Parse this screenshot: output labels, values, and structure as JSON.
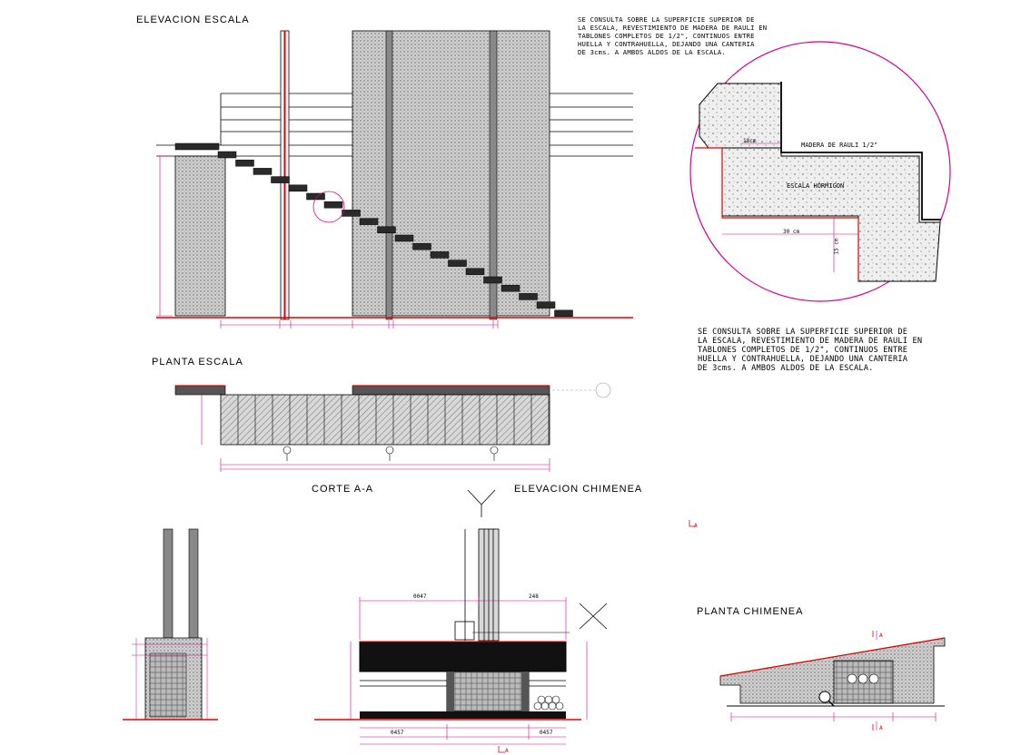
{
  "titles": {
    "elevacion_escala": "ELEVACION ESCALA",
    "planta_escala": "PLANTA ESCALA",
    "corte_aa": "CORTE A-A",
    "elevacion_chimenea": "ELEVACION CHIMENEA",
    "planta_chimenea": "PLANTA CHIMENEA"
  },
  "notes": {
    "top_note": "SE CONSULTA SOBRE LA SUPERFICIE SUPERIOR DE\nLA ESCALA, REVESTIMIENTO DE MADERA DE RAULI EN\nTABLONES COMPLETOS DE 1/2\", CONTINUOS ENTRE\nHUELLA Y CONTRAHUELLA, DEJANDO UNA CANTERIA\nDE 3cms. A AMBOS ALDOS DE LA ESCALA.",
    "mid_note": "SE CONSULTA SOBRE LA SUPERFICIE SUPERIOR DE\nLA ESCALA, REVESTIMIENTO DE MADERA DE RAULI EN\nTABLONES COMPLETOS DE 1/2\", CONTINUOS ENTRE\nHUELLA Y CONTRAHUELLA, DEJANDO UNA CANTERIA\nDE 3cms. A AMBOS ALDOS DE LA ESCALA."
  },
  "detail": {
    "madera_label": "MADERA DE RAULI 1/2\"",
    "escala_label": "ESCALA HORMIGON",
    "dim_30": "30 cm",
    "dim_18": "18cm",
    "dim_15": "15 cm"
  },
  "chimenea": {
    "dim_top_left": "0047",
    "dim_top_right": "248",
    "dim_bottom_left": "0457",
    "dim_bottom_right": "0457"
  },
  "section_marks": {
    "a": "A"
  },
  "colors": {
    "dimension": "#d4008f",
    "section_cut": "#e00000",
    "line": "#000000",
    "hatch_fill": "#c8c8c8"
  }
}
